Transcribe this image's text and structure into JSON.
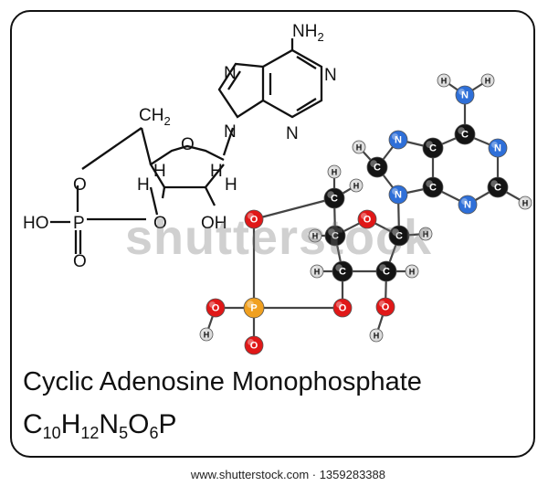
{
  "title": "Cyclic Adenosine Monophosphate",
  "formula": {
    "parts": [
      {
        "el": "C",
        "n": "10"
      },
      {
        "el": "H",
        "n": "12"
      },
      {
        "el": "N",
        "n": "5"
      },
      {
        "el": "O",
        "n": "6"
      },
      {
        "el": "P",
        "n": ""
      }
    ]
  },
  "watermark": "shutterstock",
  "footer": "www.shutterstock.com · 1359283388",
  "skeletal_labels": {
    "nh2_n": "NH",
    "nh2_sub": "2",
    "ch2_c": "CH",
    "ch2_sub": "2",
    "n_list": [
      "N",
      "N",
      "N",
      "N",
      "N"
    ],
    "o_ring": "O",
    "o_upper": "O",
    "o_lower": "O",
    "o_double": "O",
    "ho": "HO",
    "p": "P",
    "oh": "OH",
    "h_list": [
      "H",
      "H",
      "H",
      "H"
    ]
  },
  "colors": {
    "carbon": "#141414",
    "nitrogen": "#2e6fd8",
    "oxygen": "#e01818",
    "phosphorus": "#f0a020",
    "hydrogen": "#dcdcdc",
    "bond": "#444444"
  },
  "ball_labels": {
    "C": "C",
    "N": "N",
    "O": "O",
    "P": "P",
    "H": "H"
  }
}
